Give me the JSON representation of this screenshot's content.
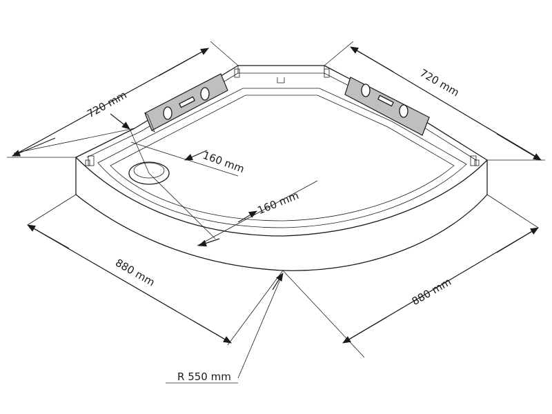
{
  "dimensions": {
    "top_left_width": "720 mm",
    "top_right_width": "720 mm",
    "drain_offset_a": "160 mm",
    "drain_offset_b": "160 mm",
    "bottom_left_width": "880 mm",
    "bottom_right_width": "880 mm",
    "radius": "R 550 mm"
  },
  "colors": {
    "line": "#1a1a1a",
    "leveler": "#bfbfbf",
    "background": "#ffffff"
  }
}
